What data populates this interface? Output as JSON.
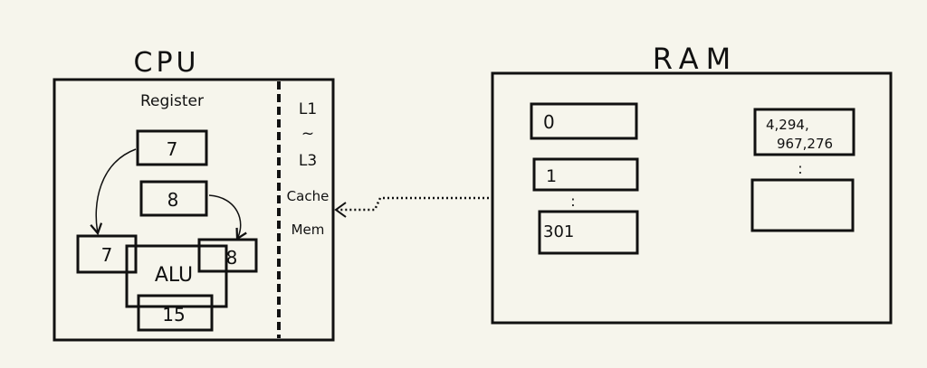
{
  "cpu": {
    "title": "CPU",
    "register_label": "Register",
    "registers": [
      "7",
      "8"
    ],
    "alu_label": "ALU",
    "alu_inputs": [
      "7",
      "8"
    ],
    "alu_output": "15",
    "cache_lines": [
      "L1",
      "~",
      "L3",
      "Cache",
      "Mem"
    ]
  },
  "ram": {
    "title": "RAM",
    "cells_left": [
      "0",
      "1",
      "301"
    ],
    "cell_right_top_lines": [
      "4,294,",
      "967,276"
    ],
    "cell_right_bottom": "",
    "ellipsis": ":"
  },
  "colors": {
    "background": "#f6f5ec",
    "ink": "#111111"
  }
}
